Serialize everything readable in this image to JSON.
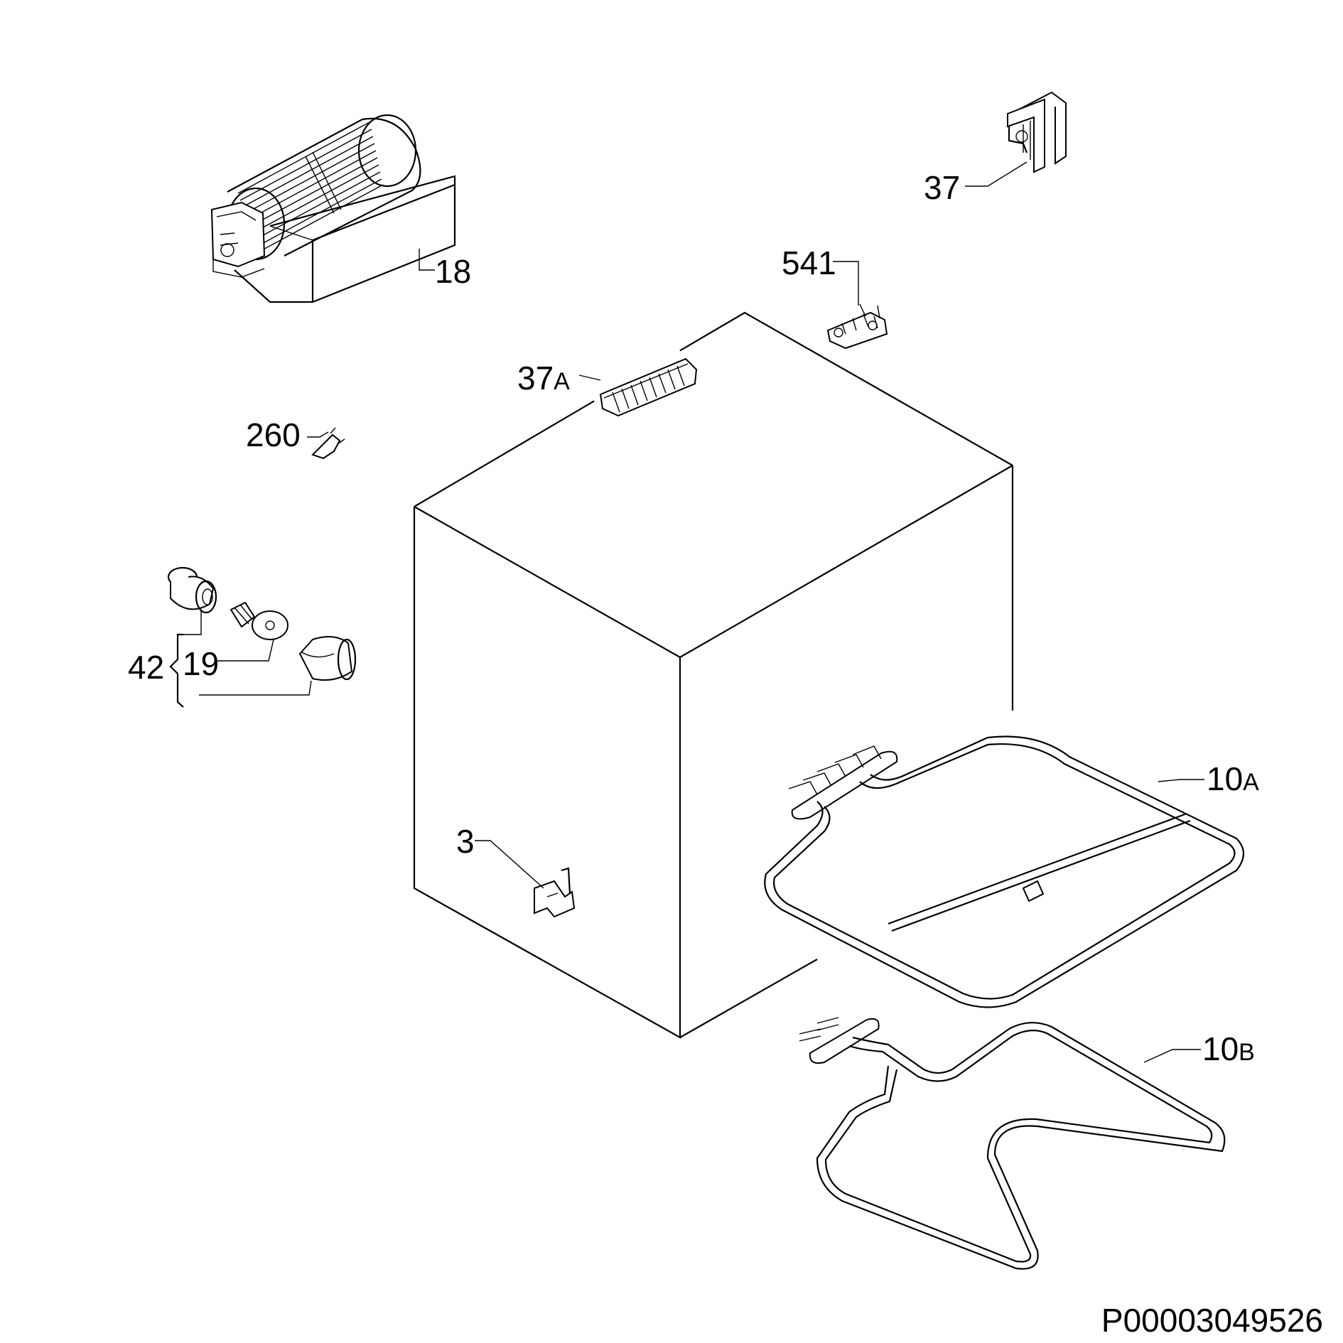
{
  "diagram": {
    "document_code": "P00003049526",
    "callouts": {
      "fan_motor": "18",
      "control_switch": "37",
      "switch_541": "541",
      "terminal_block": "37",
      "terminal_block_suffix": "A",
      "clip_260": "260",
      "lamp_group": "42",
      "lamp_bulb": "19",
      "bracket_3": "3",
      "upper_element": "10",
      "upper_element_suffix": "A",
      "lower_element": "10",
      "lower_element_suffix": "B"
    }
  }
}
